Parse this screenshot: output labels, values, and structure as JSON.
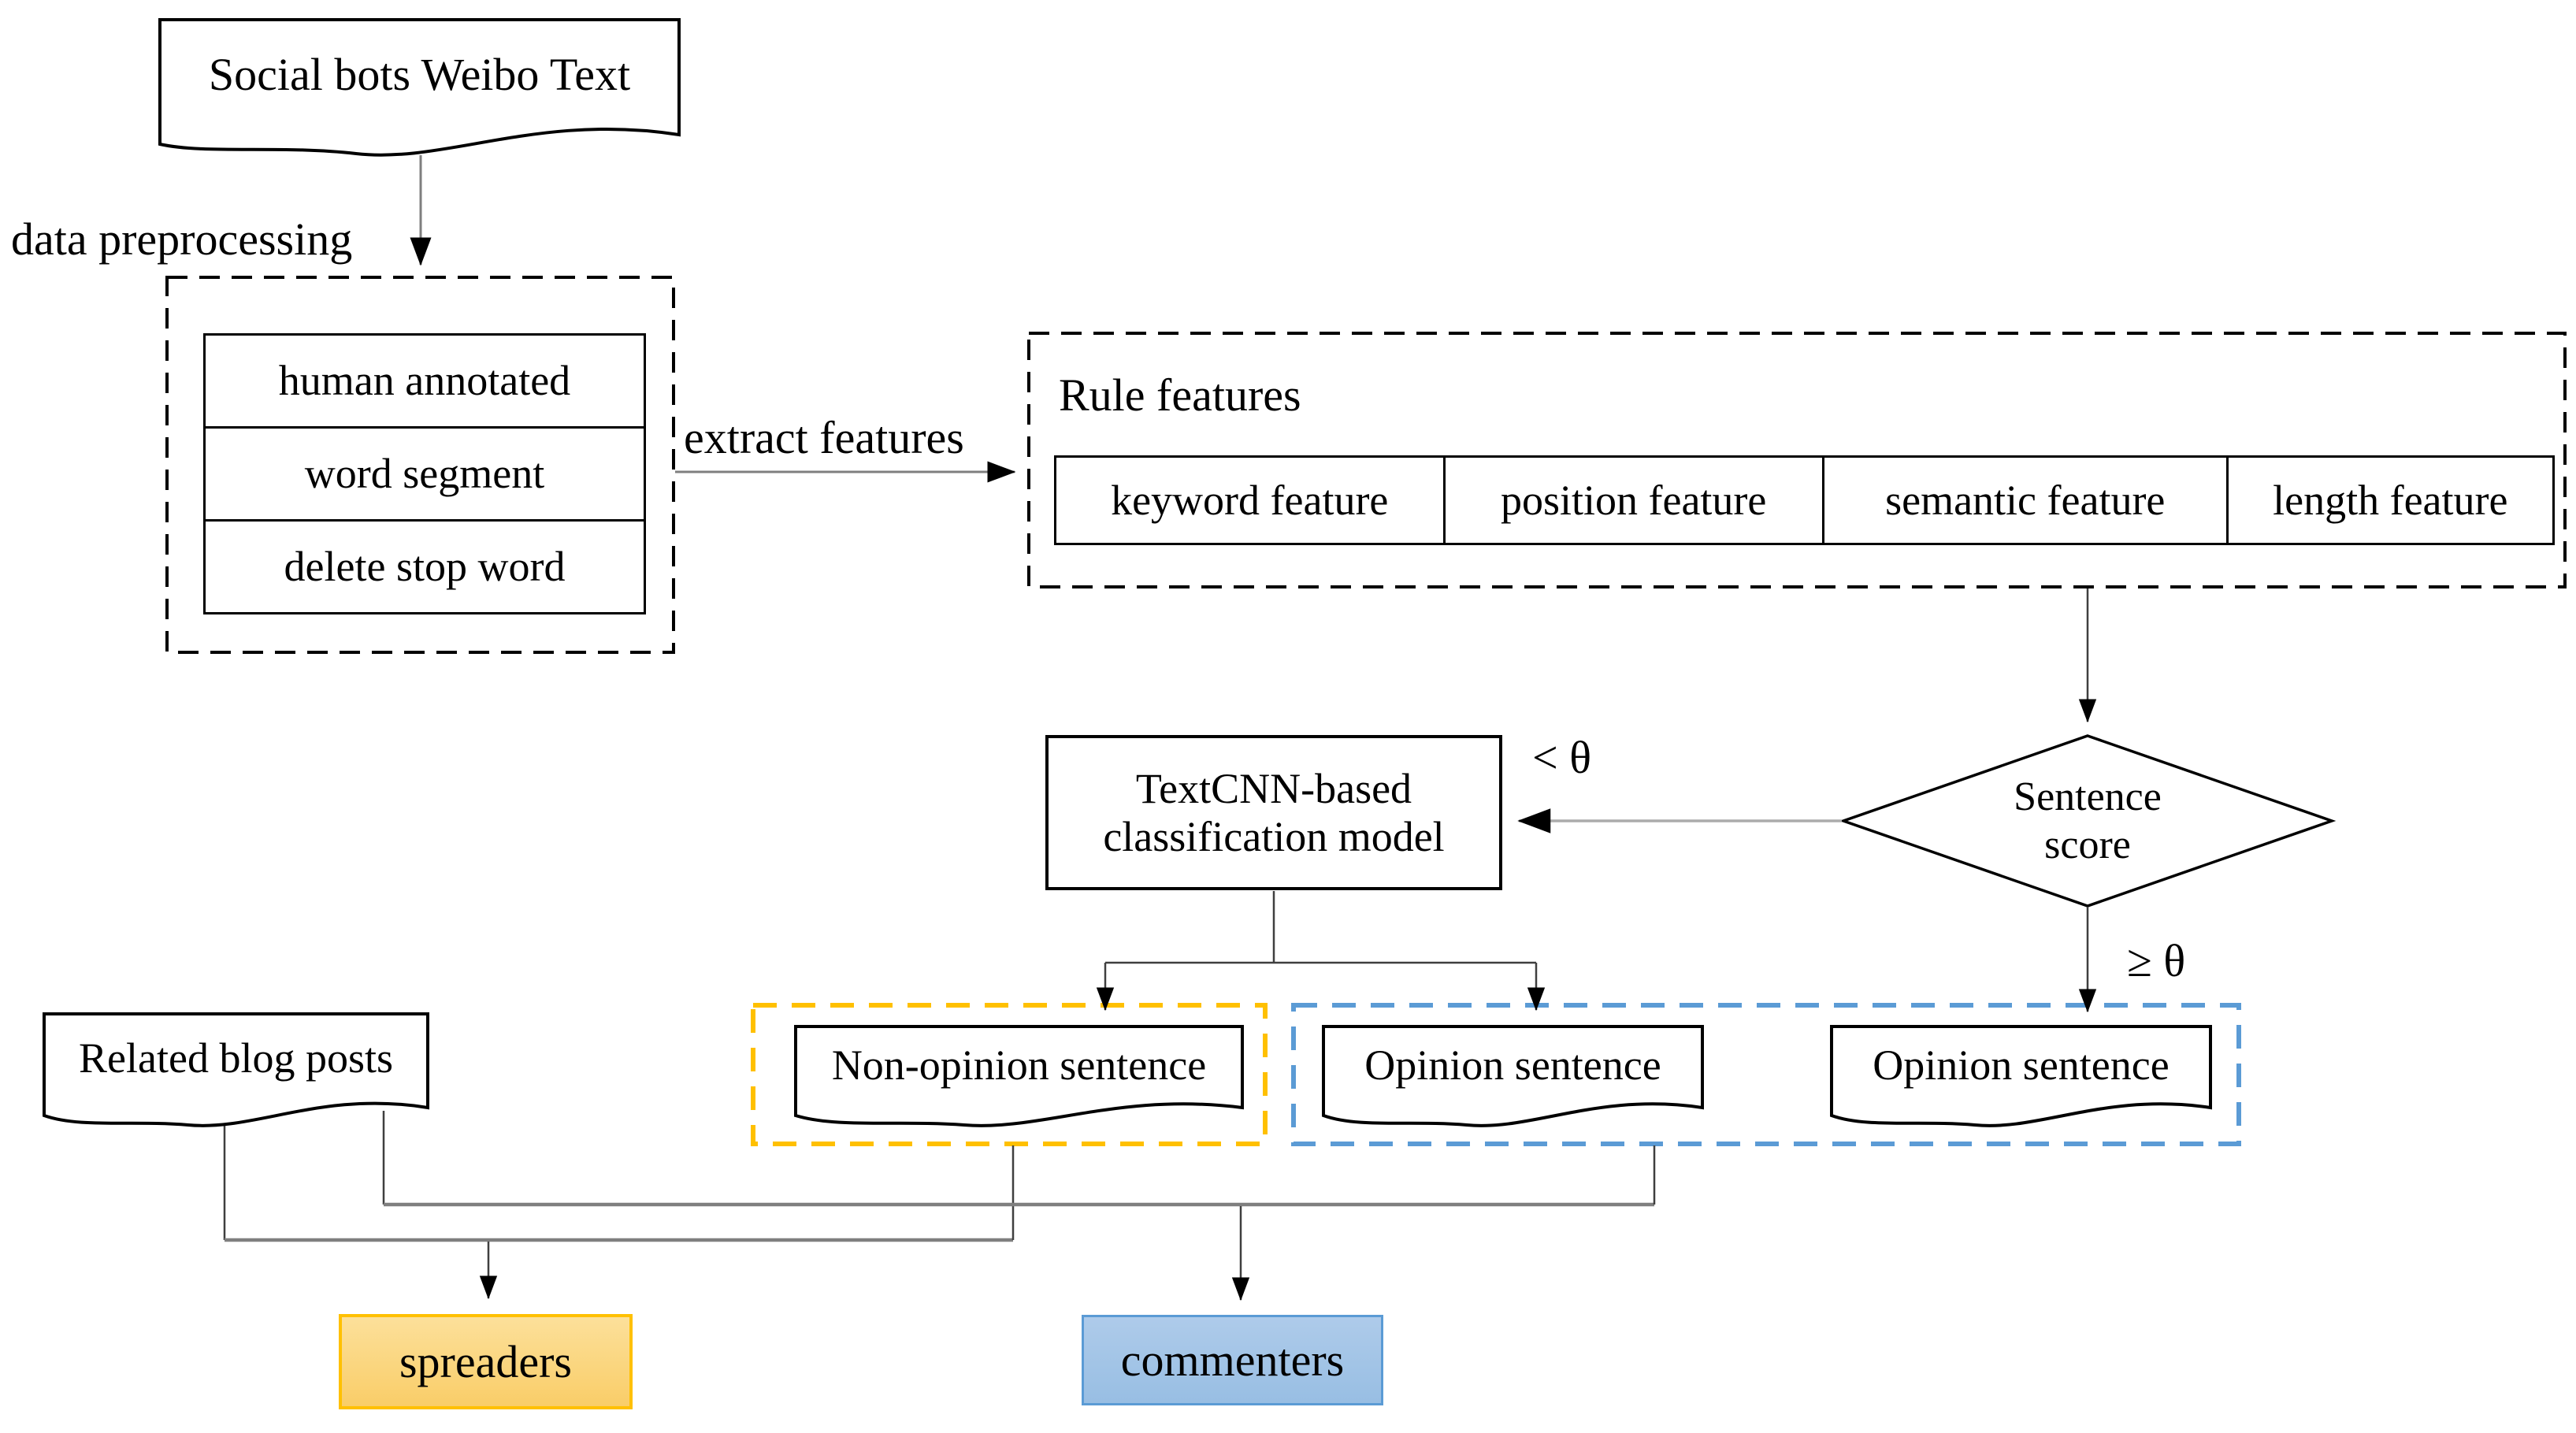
{
  "nodes": {
    "social_doc": {
      "label": "Social bots Weibo Text"
    },
    "preprocess": {
      "label": "data preprocessing",
      "steps": [
        "human annotated",
        "word segment",
        "delete stop word"
      ]
    },
    "extract_label": "extract features",
    "rule_box": {
      "title": "Rule features",
      "cells": [
        "keyword feature",
        "position feature",
        "semantic feature",
        "length feature"
      ]
    },
    "decision": {
      "line1": "Sentence",
      "line2": "score"
    },
    "textcnn": {
      "line1": "TextCNN-based",
      "line2": "classification model"
    },
    "branch_lt": "< θ",
    "branch_ge": "≥ θ",
    "non_opinion_doc": {
      "label": "Non-opinion sentence"
    },
    "opinion_doc_left": {
      "label": "Opinion sentence"
    },
    "opinion_doc_right": {
      "label": "Opinion sentence"
    },
    "related_doc": {
      "label": "Related blog posts"
    },
    "spreaders": {
      "label": "spreaders"
    },
    "commenters": {
      "label": "commenters"
    }
  },
  "colors": {
    "orange_dash": "#FFC000",
    "blue_dash": "#5B9BD5",
    "spreaders_fill_top": "#FCE09A",
    "spreaders_fill_bottom": "#F9CD68",
    "spreaders_border": "#FFC000",
    "commenters_fill_top": "#AECBEA",
    "commenters_fill_bottom": "#98BEE3",
    "commenters_border": "#5B9BD5",
    "wire_gray": "#7f7f7f"
  }
}
